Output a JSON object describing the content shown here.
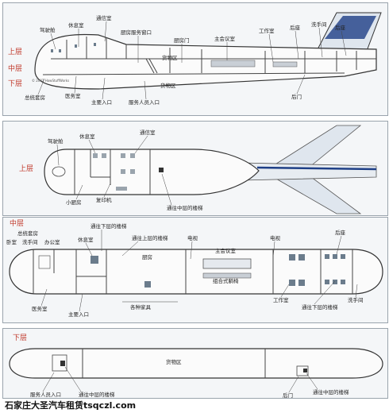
{
  "colors": {
    "level_label": "#c0392b",
    "hull_line": "#333333",
    "plane_blue": "#1e3f86"
  },
  "p1": {
    "levels": {
      "upper": "上层",
      "middle": "中层",
      "lower": "下层"
    },
    "labels": {
      "cockpit": "驾驶舱",
      "rest": "休息室",
      "comms": "通信室",
      "galley_window": "厨房服务窗口",
      "kitchen_door": "厨房门",
      "conference": "主会议室",
      "office": "工作室",
      "rear1": "后座",
      "lavatory": "洗手间",
      "rear2": "后座",
      "cargo": "货物区",
      "cargo2": "货物区",
      "suite": "总统套房",
      "medical": "医务室",
      "main_entry": "主要入口",
      "service_entry": "服务人员入口",
      "rear_door": "后门"
    },
    "copyright": "© 2002 HowStuffWorks"
  },
  "p2": {
    "labels": {
      "cockpit": "驾驶舱",
      "rest": "休息室",
      "comms": "通信室",
      "level": "上层",
      "galley": "小厨房",
      "copier": "复印机",
      "stairs": "通往中层的楼梯"
    }
  },
  "p3": {
    "labels": {
      "level": "中层",
      "suite": "总统套房",
      "bedroom": "卧室",
      "lavatory": "洗手间",
      "office": "办公室",
      "rest": "休息室",
      "stairs_down": "通往下层的楼梯",
      "stairs_up": "通往上层的楼梯",
      "tv1": "电视",
      "tv2": "电视",
      "rear_seats": "后座",
      "conference": "主会议室",
      "kitchen": "厨房",
      "sofa": "组合式躺椅",
      "medical": "医务室",
      "main_entry": "主要入口",
      "furniture": "各种家具",
      "workroom": "工作室",
      "stairs_down2": "通往下层的楼梯",
      "lavatory2": "洗手间"
    }
  },
  "p4": {
    "labels": {
      "level": "下层",
      "cargo": "货物区",
      "service_entry": "服务人员入口",
      "stairs_mid": "通往中层的楼梯",
      "rear_door": "后门",
      "stairs_mid2": "通往中层的楼梯"
    }
  },
  "watermark": "石家庄大圣汽车租赁tsqczl.com"
}
